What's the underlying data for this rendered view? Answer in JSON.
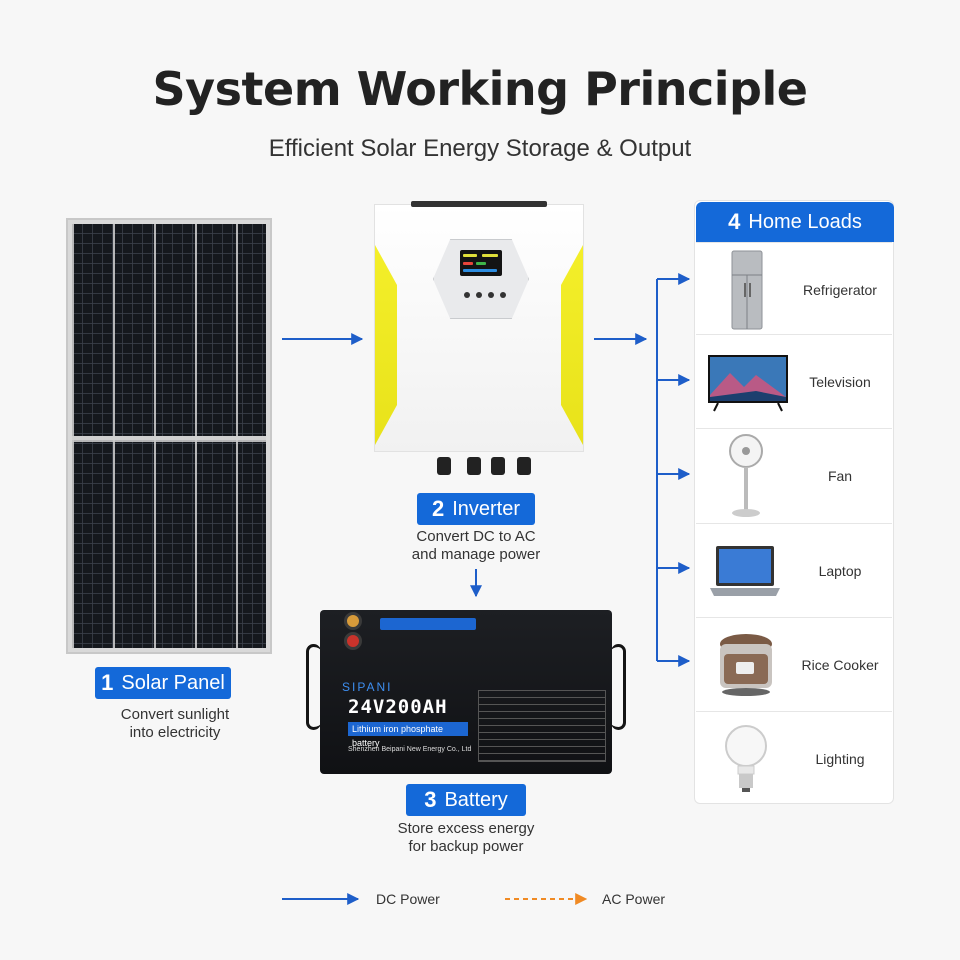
{
  "header": {
    "title": "System Working Principle",
    "subtitle": "Efficient Solar Energy Storage & Output"
  },
  "solar_panel": {
    "number": "1",
    "label": "Solar Panel",
    "description_line1": "Convert sunlight",
    "description_line2": "into electricity"
  },
  "inverter": {
    "number": "2",
    "label": "Inverter",
    "description_line1": "Convert DC to AC",
    "description_line2": "and manage power"
  },
  "battery": {
    "number": "3",
    "label": "Battery",
    "description_line1": "Store excess energy",
    "description_line2": "for backup power",
    "brand": "SIPANI",
    "model": "24V200AH",
    "chemistry": "Lithium iron phosphate battery",
    "maker": "Shenzhen Beipani New Energy Co., Ltd"
  },
  "home_loads": {
    "number": "4",
    "label": "Home Loads",
    "items": [
      {
        "name": "Refrigerator",
        "icon": "refrigerator-icon"
      },
      {
        "name": "Television",
        "icon": "television-icon"
      },
      {
        "name": "Fan",
        "icon": "fan-icon"
      },
      {
        "name": "Laptop",
        "icon": "laptop-icon"
      },
      {
        "name": "Rice Cooker",
        "icon": "rice-cooker-icon"
      },
      {
        "name": "Lighting",
        "icon": "lightbulb-icon"
      }
    ]
  },
  "legend": {
    "dc_label": "DC Power",
    "ac_label": "AC Power",
    "dc_color": "#1e5ec9",
    "ac_color": "#f08a24"
  },
  "colors": {
    "accent": "#1469d9",
    "inverter_side": "#f0ea20"
  }
}
